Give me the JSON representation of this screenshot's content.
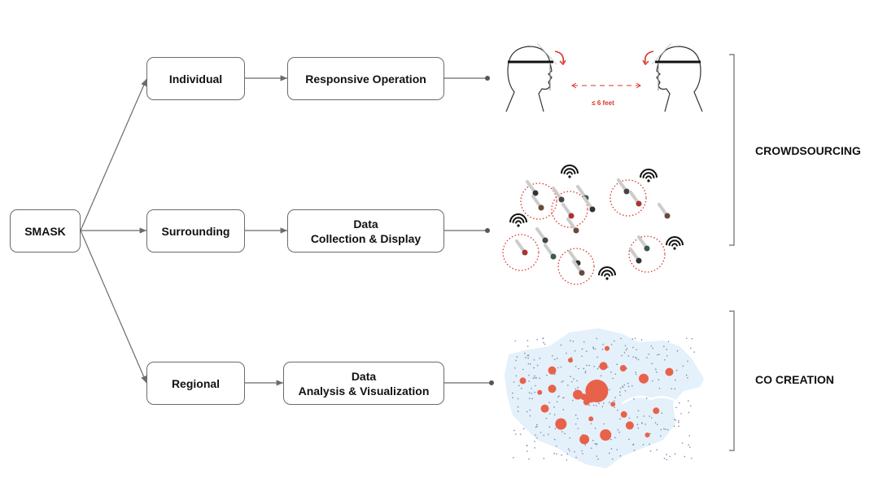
{
  "diagram": {
    "root": {
      "label": "SMASK"
    },
    "levels": [
      {
        "label": "Individual",
        "function": [
          "Responsive Operation"
        ],
        "illustration": "face-shield-distance",
        "annotation": "≤ 6 feet"
      },
      {
        "label": "Surrounding",
        "function": [
          "Data",
          "Collection & Display"
        ],
        "illustration": "crowd-wifi-circles"
      },
      {
        "label": "Regional",
        "function": [
          "Data",
          "Analysis & Visualization"
        ],
        "illustration": "london-bubble-map"
      }
    ],
    "groups": [
      {
        "label": "CROWDSOURCING",
        "covers": [
          "Individual",
          "Surrounding"
        ]
      },
      {
        "label": "CO CREATION",
        "covers": [
          "Regional"
        ]
      }
    ],
    "colors": {
      "accent": "#d9342b",
      "map_fill": "#e4f0fa",
      "bubble": "#e8624a",
      "line": "#6b6b6b"
    }
  }
}
